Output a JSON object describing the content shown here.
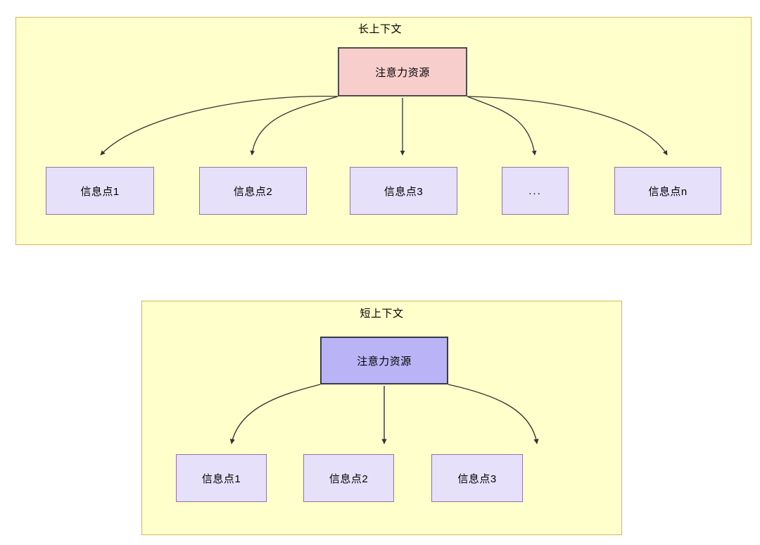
{
  "diagram": {
    "type": "flowchart",
    "background": "#ffffff",
    "palette": {
      "container_fill": "#ffffcc",
      "container_stroke": "#d6b656",
      "attention_long_fill": "#f8cecc",
      "attention_long_stroke": "#4d4d4d",
      "attention_short_fill": "#bab3f5",
      "attention_short_stroke": "#3b3b47",
      "info_fill": "#e6e0fa",
      "info_stroke": "#9673a6",
      "edge_stroke": "#333333",
      "text": "#000000"
    },
    "groups": [
      {
        "id": "long-context",
        "title": "长上下文",
        "root": {
          "id": "attn-long",
          "label": "注意力资源"
        },
        "children": [
          {
            "id": "info-l1",
            "label": "信息点1"
          },
          {
            "id": "info-l2",
            "label": "信息点2"
          },
          {
            "id": "info-l3",
            "label": "信息点3"
          },
          {
            "id": "info-l-ellipsis",
            "label": "..."
          },
          {
            "id": "info-ln",
            "label": "信息点n"
          }
        ]
      },
      {
        "id": "short-context",
        "title": "短上下文",
        "root": {
          "id": "attn-short",
          "label": "注意力资源"
        },
        "children": [
          {
            "id": "info-s1",
            "label": "信息点1"
          },
          {
            "id": "info-s2",
            "label": "信息点2"
          },
          {
            "id": "info-s3",
            "label": "信息点3"
          }
        ]
      }
    ]
  }
}
